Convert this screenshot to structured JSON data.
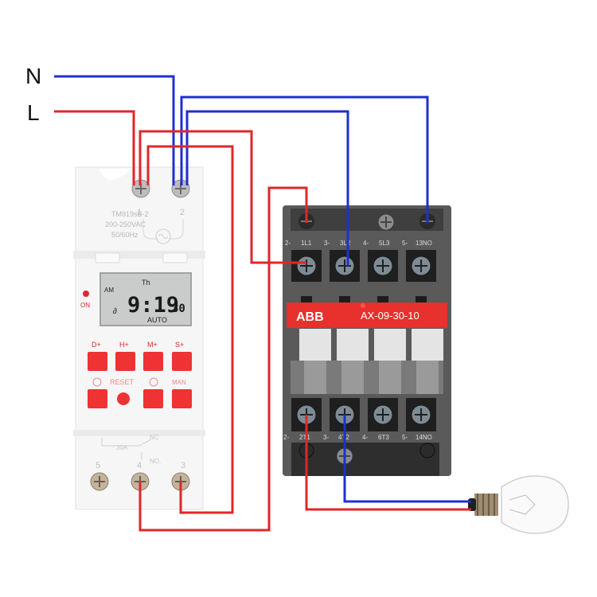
{
  "supply": {
    "neutral_label": "N",
    "live_label": "L"
  },
  "colors": {
    "neutral": "#1f2fd0",
    "live": "#e0262a",
    "contactor_body": "#5a5a5a",
    "contactor_red": "#e8302c"
  },
  "timer": {
    "model": "TM919sB-2",
    "rating": "200-250VAC",
    "frequency": "50/60Hz",
    "terminal_top_1": "1",
    "terminal_top_2": "2",
    "led_label": "ON",
    "lcd": {
      "am": "AM",
      "day": "Th",
      "time": "9:19",
      "seconds": "30",
      "mode": "AUTO",
      "indicator": "∂"
    },
    "buttons_top": [
      "D+",
      "H+",
      "M+",
      "S+"
    ],
    "reset_label": "RESET",
    "relay_label": "NC",
    "current_label": "30A",
    "no_label": "NO.",
    "terminal_bottom": [
      "5",
      "4",
      "3"
    ]
  },
  "contactor": {
    "brand": "ABB",
    "model": "AX-09-30-10",
    "top_labels": [
      "2-",
      "1L1",
      "3-",
      "3L2",
      "4-",
      "5L3",
      "5-",
      "13NO"
    ],
    "bottom_labels": [
      "2-",
      "2T1",
      "3-",
      "4T2",
      "4-",
      "6T3",
      "5-",
      "14NO"
    ]
  }
}
